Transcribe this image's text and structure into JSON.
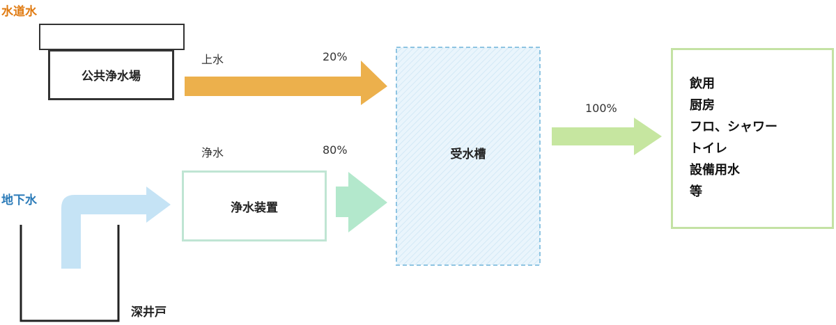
{
  "sources": {
    "tap_water_label": "水道水",
    "groundwater_label": "地下水"
  },
  "plant": {
    "label": "公共浄水場"
  },
  "well": {
    "label": "深井戸"
  },
  "purifier": {
    "label": "浄水装置"
  },
  "tank": {
    "label": "受水槽"
  },
  "flows": {
    "upper": {
      "label": "上水",
      "percent": "20%"
    },
    "lower": {
      "label": "浄水",
      "percent": "80%"
    },
    "out": {
      "percent": "100%"
    }
  },
  "uses": {
    "items": [
      "飲用",
      "厨房",
      "フロ、シャワー",
      "トイレ",
      "設備用水",
      "等"
    ]
  },
  "colors": {
    "orange_arrow": "#ecb04c",
    "green_arrow_light": "#b3e8cc",
    "green_arrow_out": "#c6e6a0",
    "blue_arrow": "#c5e3f5",
    "tank_border": "#8ec4e2",
    "purifier_border": "#bfe5d3",
    "uses_border": "#c4e2a4"
  }
}
